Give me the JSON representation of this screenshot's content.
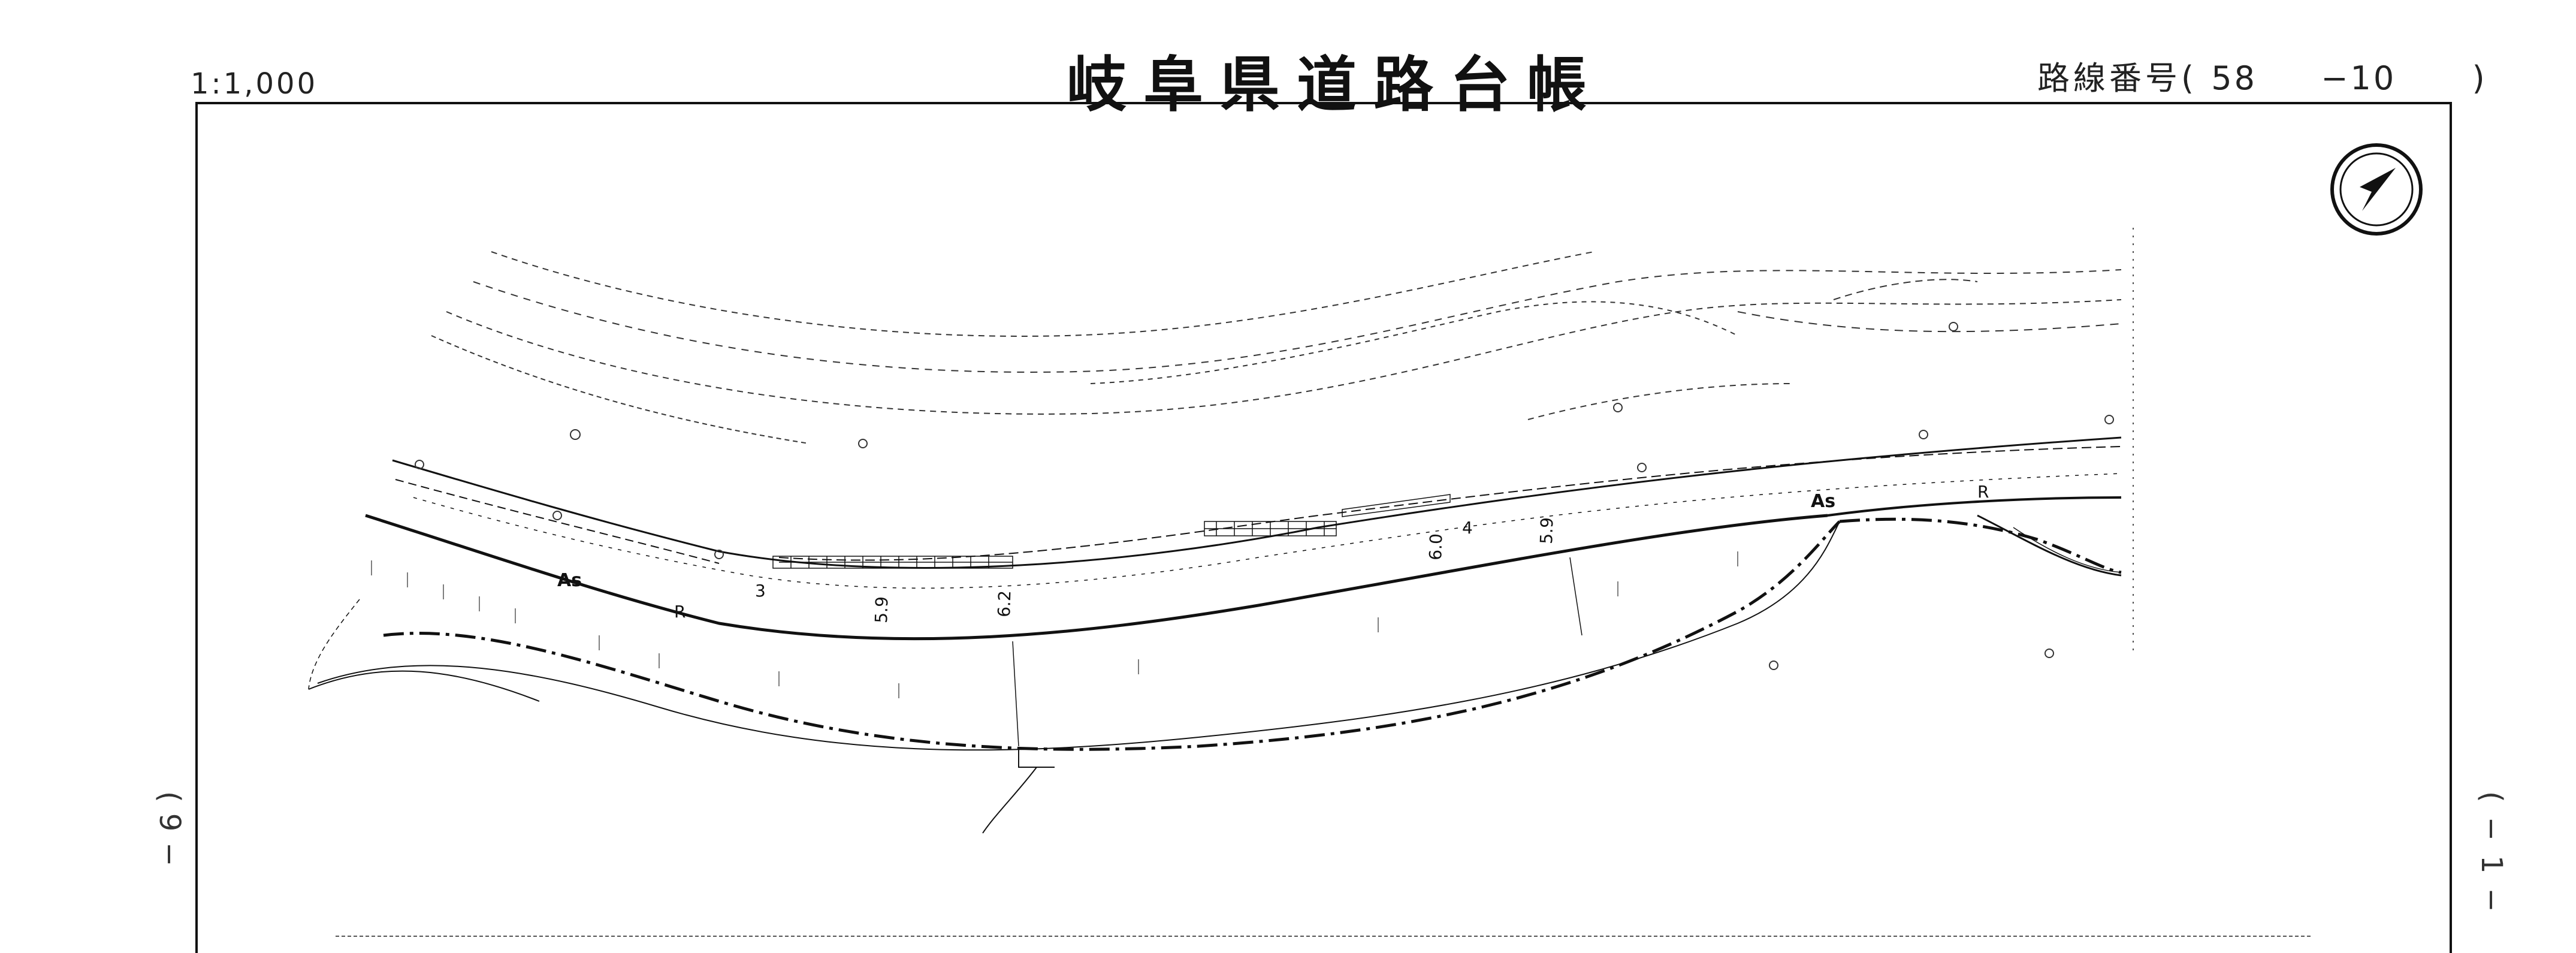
{
  "sheet": {
    "scale": "1:1,000",
    "title": "岐阜県道路台帳",
    "route_prefix": "路線番号(",
    "route_main": "58",
    "route_sub": "−10",
    "route_suffix": ")",
    "side_left": "(9−",
    "side_right": "(−1−"
  },
  "map": {
    "north_arrow_icon": "north-arrow-icon",
    "surface_labels": [
      "As",
      "As"
    ],
    "marker_labels": [
      "R",
      "R"
    ],
    "lane_labels": [
      "3",
      "4"
    ],
    "width_labels": [
      "5.9",
      "6.2",
      "6.0",
      "5.9"
    ],
    "line_color": "#222222"
  }
}
